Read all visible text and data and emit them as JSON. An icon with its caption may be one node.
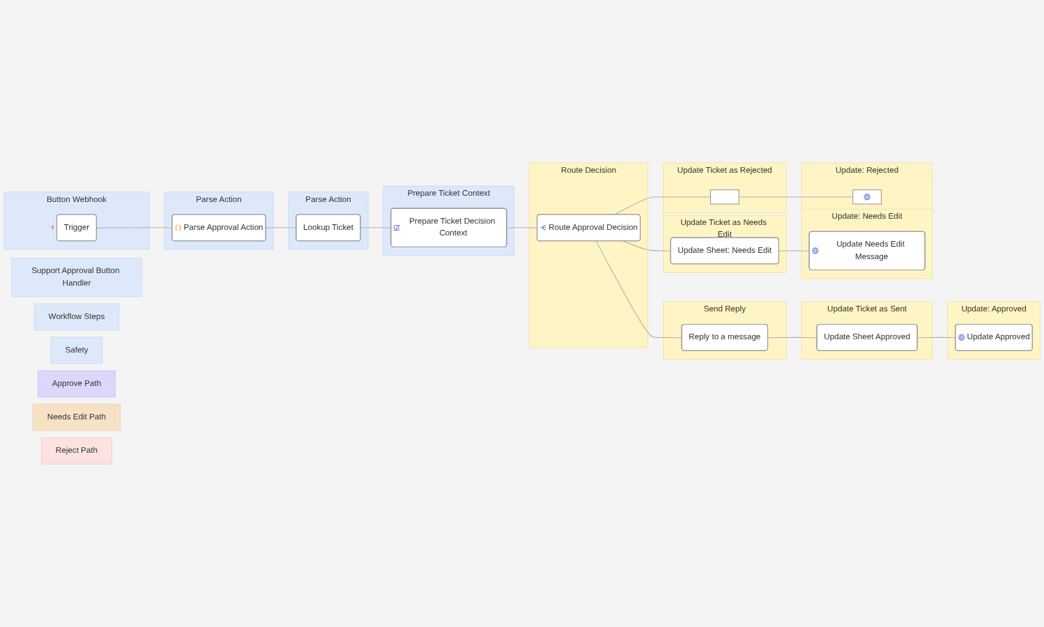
{
  "diagram": {
    "nodes": [
      {
        "text": [
          "Support Approval Button Handler"
        ]
      },
      {
        "text": [
          "Workflow Steps"
        ]
      },
      {
        "text": [
          "Safety"
        ]
      },
      {
        "text": [
          "Approve Path"
        ]
      },
      {
        "text": [
          "Button Webhook"
        ]
      },
      {
        "text": [
          "Trigger"
        ],
        "in": 4
      },
      {
        "text": [
          "Parse Action"
        ]
      },
      {
        "text": [
          "Parse Approval Action"
        ],
        "in": 6
      },
      {
        "text": [
          "Parse Action"
        ]
      },
      {
        "text": [
          "Lookup Ticket"
        ],
        "in": 8
      },
      {
        "text": [
          "Prepare Ticket Context"
        ]
      },
      {
        "text": [
          "Prepare Ticket Decision Context"
        ],
        "in": 10
      },
      {
        "text": [
          "Route Decision"
        ]
      },
      {
        "text": [
          "Route Approval Decision"
        ],
        "in": 12
      },
      {
        "text": [
          "Send Reply"
        ]
      },
      {
        "text": [
          "Reply to a message"
        ],
        "in": 14
      },
      {
        "text": [
          "Update Ticket as Sent"
        ]
      },
      {
        "text": [
          "Update Sheet Approved"
        ],
        "in": 16
      },
      {
        "text": [
          "Update: Approved"
        ]
      },
      {
        "text": [
          "Update Approved"
        ],
        "in": 18
      },
      {
        "text": [
          "Needs Edit Path"
        ]
      },
      {
        "text": [
          "Update Ticket as Needs Edit"
        ]
      },
      {
        "text": [
          "Update Sheet: Needs Edit"
        ],
        "in": 21
      },
      {
        "text": [
          "Update: Needs Edit"
        ]
      },
      {
        "text": [
          "Update Needs Edit Message"
        ],
        "in": 23
      },
      {
        "text": [
          "Reject Path"
        ]
      },
      {
        "text": [
          "Update Ticket as Rejected"
        ]
      },
      {
        "text": [],
        "shape": "box",
        "in": 26
      },
      {
        "text": [
          "Update: Rejected"
        ]
      },
      {
        "text": [],
        "shape": "box",
        "in": 28
      }
    ],
    "edges": [
      {
        "from": 5,
        "to": 7,
        "arrow": "none"
      },
      {
        "from": 7,
        "to": 9,
        "arrow": "none"
      },
      {
        "from": 9,
        "to": 11,
        "arrow": "none"
      },
      {
        "from": 11,
        "to": 13,
        "arrow": "none"
      },
      {
        "from": 13,
        "to": 15,
        "arrow": "none"
      },
      {
        "from": 13,
        "to": 22,
        "arrow": "none"
      },
      {
        "from": 13,
        "to": 27,
        "arrow": "none"
      },
      {
        "from": 15,
        "to": 17,
        "arrow": "none"
      },
      {
        "from": 17,
        "to": 19,
        "arrow": "none"
      },
      {
        "from": 22,
        "to": 24,
        "arrow": "none"
      },
      {
        "from": 27,
        "to": 29,
        "arrow": "none"
      }
    ]
  }
}
